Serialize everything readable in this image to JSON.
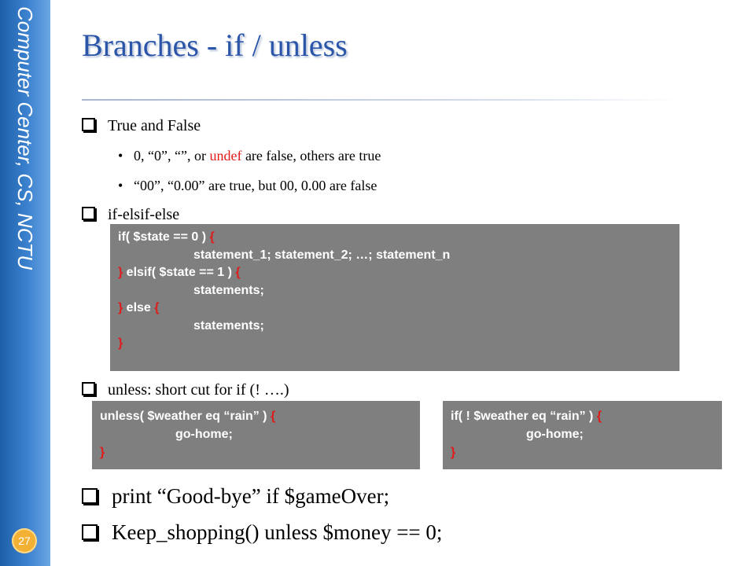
{
  "sidebar": {
    "title": "Computer Center, CS, NCTU",
    "page_number": "27"
  },
  "slide": {
    "title": "Branches - if / unless",
    "section1": {
      "heading": "True and False",
      "item1": {
        "pre": "0, “0”, “”, or ",
        "highlight": "undef",
        "post": " are false, others are true"
      },
      "item2": "“00”, “0.00” are true, but 00, 0.00 are false"
    },
    "section2": {
      "heading": "if-elsif-else",
      "code": {
        "l1": "if( $state == 0 ) ",
        "l2": "statement_1; statement_2; …; statement_n",
        "l3": " elsif( $state == 1 ) ",
        "l4": "statements;",
        "l5": " else ",
        "l6": "statements;",
        "open": "{",
        "close": "}"
      }
    },
    "section3": {
      "heading": "unless: short cut for if (! ….)",
      "code_left": {
        "l1": "unless( $weather eq “rain” ) ",
        "l2": "go-home;"
      },
      "code_right": {
        "l1": "if( ! $weather eq “rain” ) ",
        "l2": "go-home;"
      }
    },
    "line4": "print “Good-bye” if $gameOver;",
    "line5": "Keep_shopping() unless $money == 0;"
  }
}
